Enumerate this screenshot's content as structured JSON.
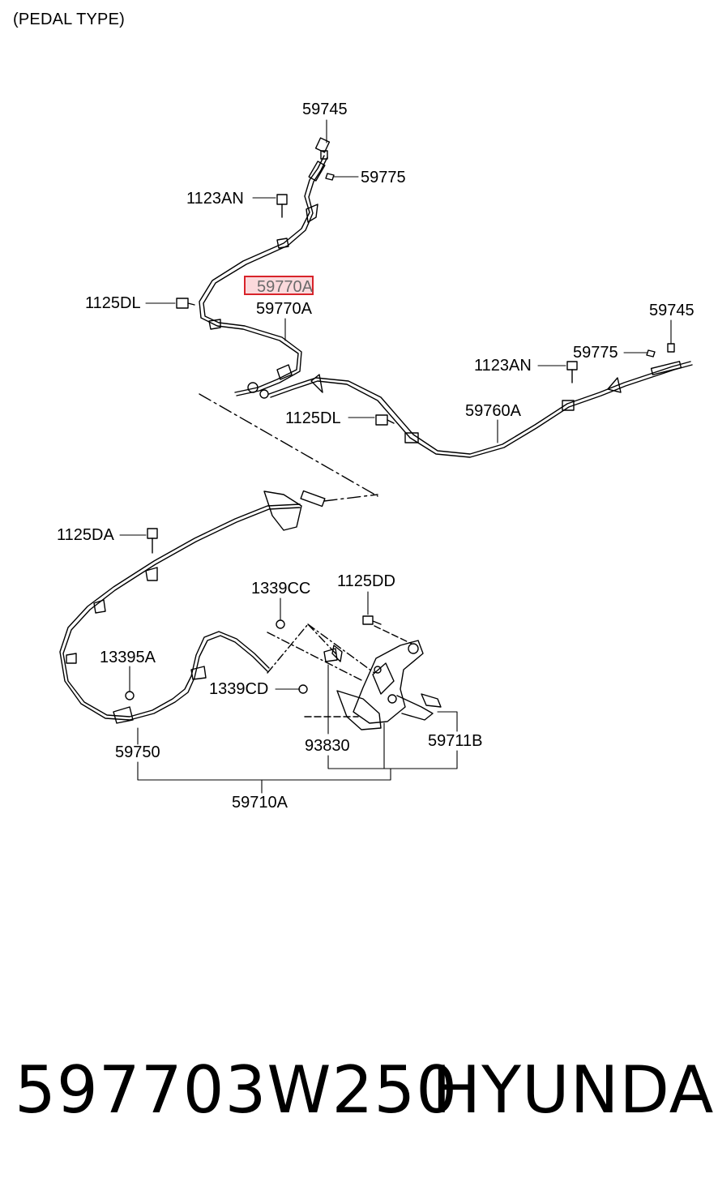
{
  "header": {
    "title": "(PEDAL TYPE)"
  },
  "highlight": {
    "label": "59770A",
    "color": "#d8232a"
  },
  "parts": [
    {
      "id": "p1",
      "text": "59745"
    },
    {
      "id": "p2",
      "text": "59775"
    },
    {
      "id": "p3",
      "text": "1123AN"
    },
    {
      "id": "p4",
      "text": "1125DL"
    },
    {
      "id": "p5",
      "text": "59770A"
    },
    {
      "id": "p6",
      "text": "59745"
    },
    {
      "id": "p7",
      "text": "59775"
    },
    {
      "id": "p8",
      "text": "1123AN"
    },
    {
      "id": "p9",
      "text": "1125DL"
    },
    {
      "id": "p10",
      "text": "59760A"
    },
    {
      "id": "p11",
      "text": "1125DA"
    },
    {
      "id": "p12",
      "text": "1339CC"
    },
    {
      "id": "p13",
      "text": "1125DD"
    },
    {
      "id": "p14",
      "text": "13395A"
    },
    {
      "id": "p15",
      "text": "1339CD"
    },
    {
      "id": "p16",
      "text": "59750"
    },
    {
      "id": "p17",
      "text": "93830"
    },
    {
      "id": "p18",
      "text": "59711B"
    },
    {
      "id": "p19",
      "text": "59710A"
    }
  ],
  "footer": {
    "part_number": "597703W250",
    "brand": "HYUNDAI"
  }
}
